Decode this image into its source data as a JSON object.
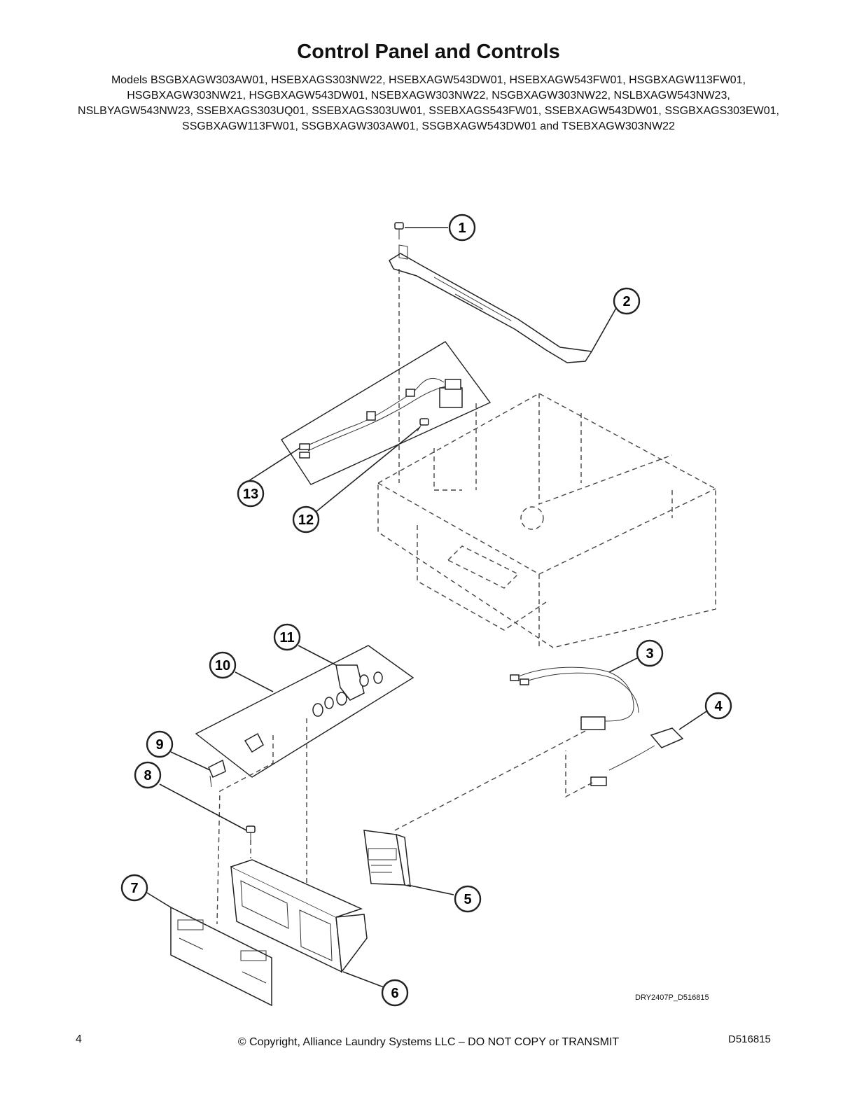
{
  "header": {
    "title": "Control Panel and Controls",
    "models_text": "Models BSGBXAGW303AW01, HSEBXAGS303NW22, HSEBXAGW543DW01, HSEBXAGW543FW01, HSGBXAGW113FW01, HSGBXAGW303NW21, HSGBXAGW543DW01, NSEBXAGW303NW22, NSGBXAGW303NW22, NSLBXAGW543NW23, NSLBYAGW543NW23, SSEBXAGS303UQ01, SSEBXAGS303UW01, SSEBXAGS543FW01, SSEBXAGW543DW01, SSGBXAGS303EW01, SSGBXAGW113FW01, SSGBXAGW303AW01, SSGBXAGW543DW01 and TSEBXAGW303NW22"
  },
  "callouts": [
    "1",
    "2",
    "3",
    "4",
    "5",
    "6",
    "7",
    "8",
    "9",
    "10",
    "11",
    "12",
    "13"
  ],
  "drawing_code": "DRY2407P_D516815",
  "footer": {
    "page_number": "4",
    "copyright": "© Copyright, Alliance Laundry Systems LLC – DO NOT COPY or TRANSMIT",
    "doc_number": "D516815"
  }
}
